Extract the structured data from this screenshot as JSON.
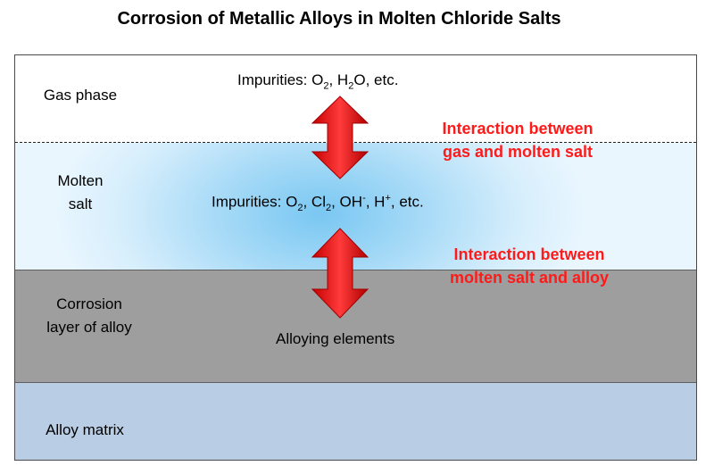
{
  "title": "Corrosion of Metallic Alloys in Molten Chloride Salts",
  "layers": {
    "gas": {
      "label": "Gas phase",
      "color": "#ffffff"
    },
    "molten": {
      "label_line1": "Molten",
      "label_line2": "salt",
      "color": "#a9dbf7"
    },
    "corrosion": {
      "label_line1": "Corrosion",
      "label_line2": "layer of alloy",
      "color": "#9e9e9e"
    },
    "matrix": {
      "label": "Alloy matrix",
      "color": "#b9cde5"
    }
  },
  "impurities_gas": {
    "prefix": "Impurities: O",
    "sub1": "2",
    "mid": ", H",
    "sub2": "2",
    "suffix": "O, etc."
  },
  "impurities_salt": {
    "prefix": "Impurities: O",
    "sub1": "2",
    "mid1": ", Cl",
    "sub2": "2",
    "mid2": ", OH",
    "sup1": "-",
    "mid3": ", H",
    "sup2": "+",
    "suffix": ", etc."
  },
  "alloying_elements": "Alloying elements",
  "interactions": {
    "gas_salt": {
      "line1": "Interaction between",
      "line2": "gas and molten salt"
    },
    "salt_alloy": {
      "line1": "Interaction between",
      "line2": "molten salt and alloy"
    }
  },
  "colors": {
    "interaction_text": "#ff1a1a",
    "arrow_light": "#ff3b3b",
    "arrow_dark": "#b00000"
  },
  "icons": {
    "arrow_upper": "double-arrow-vertical-icon",
    "arrow_lower": "double-arrow-vertical-icon"
  }
}
